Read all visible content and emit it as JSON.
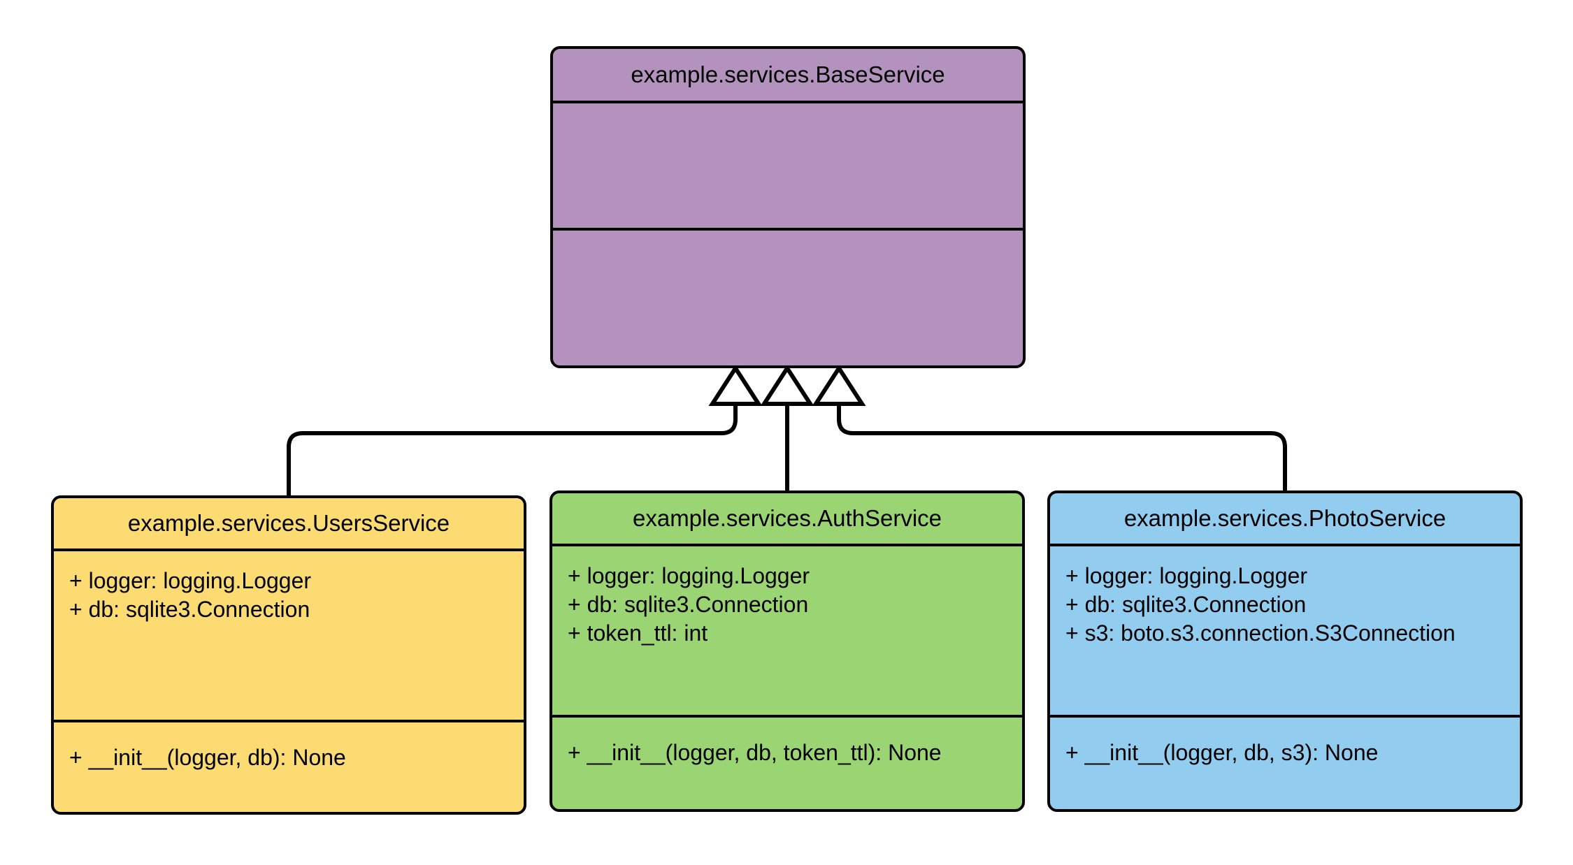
{
  "diagram": {
    "type": "uml-class-diagram",
    "title": "",
    "background_color": "#ffffff",
    "line_color": "#000000",
    "relationship_type": "generalization",
    "classes": [
      {
        "id": "base",
        "name": "example.services.BaseService",
        "fill_color": "#b393be",
        "attributes": [],
        "methods": []
      },
      {
        "id": "users",
        "name": "example.services.UsersService",
        "fill_color": "#fcdb72",
        "attributes": [
          "+ logger: logging.Logger",
          "+ db: sqlite3.Connection"
        ],
        "methods": [
          "+ __init__(logger, db): None"
        ]
      },
      {
        "id": "auth",
        "name": "example.services.AuthService",
        "fill_color": "#9bd473",
        "attributes": [
          "+ logger: logging.Logger",
          "+ db: sqlite3.Connection",
          "+ token_ttl: int"
        ],
        "methods": [
          "+ __init__(logger, db, token_ttl): None"
        ]
      },
      {
        "id": "photo",
        "name": "example.services.PhotoService",
        "fill_color": "#92cdf0",
        "attributes": [
          "+ logger: logging.Logger",
          "+ db: sqlite3.Connection",
          "+ s3: boto.s3.connection.S3Connection"
        ],
        "methods": [
          "+ __init__(logger, db, s3): None"
        ]
      }
    ],
    "edges": [
      {
        "from": "users",
        "to": "base",
        "arrow": "hollow-triangle"
      },
      {
        "from": "auth",
        "to": "base",
        "arrow": "hollow-triangle"
      },
      {
        "from": "photo",
        "to": "base",
        "arrow": "hollow-triangle"
      }
    ]
  }
}
